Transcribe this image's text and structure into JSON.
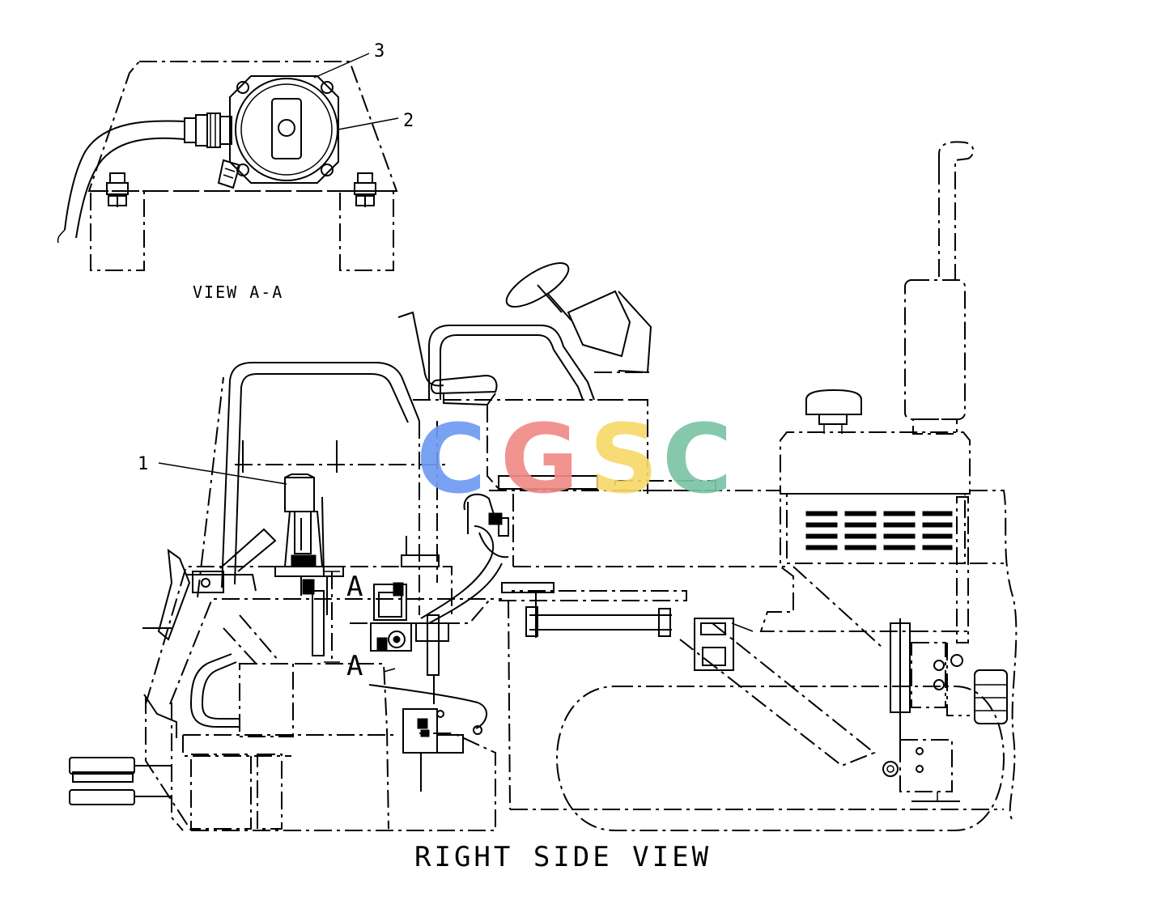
{
  "callouts": [
    {
      "id": "1",
      "label": "1"
    },
    {
      "id": "2",
      "label": "2"
    },
    {
      "id": "3",
      "label": "3"
    }
  ],
  "section_marks": {
    "top": "A",
    "bottom": "A"
  },
  "view_aa_title": "VIEW A-A",
  "main_title": "RIGHT SIDE VIEW",
  "watermark": {
    "text": "CGSC",
    "letters": [
      {
        "ch": "C",
        "color": "#6F9BF2"
      },
      {
        "ch": "G",
        "color": "#F08A86"
      },
      {
        "ch": "S",
        "color": "#F7D96A"
      },
      {
        "ch": "C",
        "color": "#7CC4A4"
      }
    ]
  }
}
